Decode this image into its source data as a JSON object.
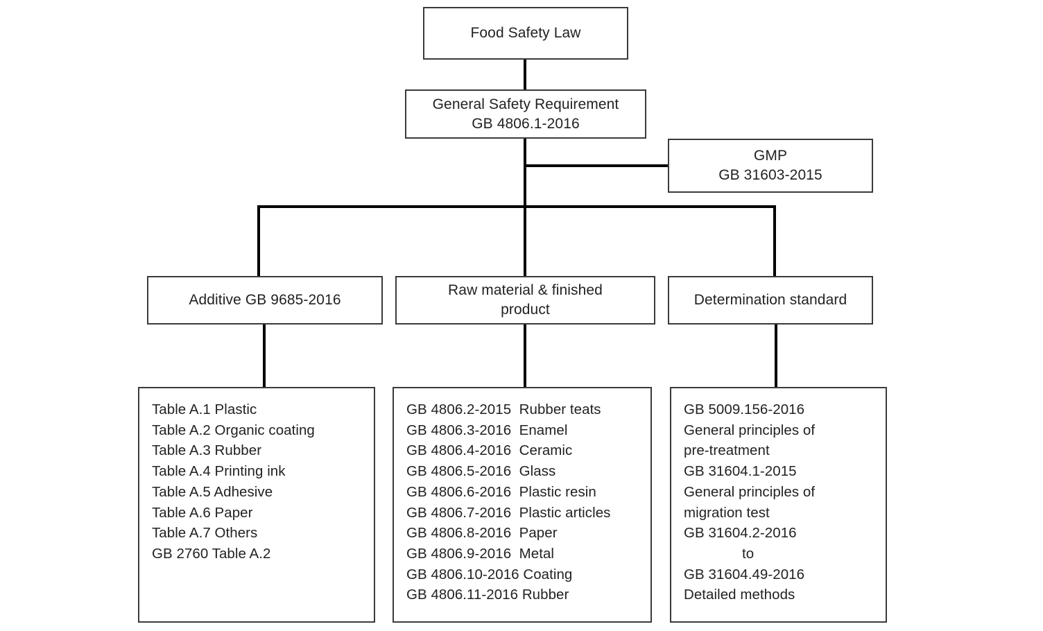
{
  "diagram": {
    "title": "Chinese food contact material standards hierarchy",
    "line_color": "#000000",
    "box_border_color": "#3a3a3a",
    "background": "#ffffff",
    "text_color": "#222222"
  },
  "nodes": {
    "food_safety_law": {
      "label": "Food Safety Law"
    },
    "general_safety_requirement": {
      "label": "General Safety Requirement\nGB 4806.1-2016"
    },
    "gmp": {
      "label": "GMP\nGB 31603-2015"
    },
    "additive": {
      "label": "Additive GB 9685-2016"
    },
    "raw_material": {
      "label": "Raw material & finished\nproduct"
    },
    "determination_standard": {
      "label": "Determination standard"
    }
  },
  "lists": {
    "additive_tables": {
      "items": [
        {
          "text": "Table A.1 Plastic",
          "indented": false
        },
        {
          "text": "Table A.2 Organic coating",
          "indented": false
        },
        {
          "text": "Table A.3 Rubber",
          "indented": false
        },
        {
          "text": "Table A.4 Printing ink",
          "indented": false
        },
        {
          "text": "Table A.5 Adhesive",
          "indented": false
        },
        {
          "text": "Table A.6 Paper",
          "indented": false
        },
        {
          "text": "Table A.7 Others",
          "indented": false
        },
        {
          "text": "GB 2760 Table A.2",
          "indented": false
        }
      ]
    },
    "raw_material_standards": {
      "items": [
        {
          "text": "GB 4806.2-2015  Rubber teats",
          "indented": false
        },
        {
          "text": "GB 4806.3-2016  Enamel",
          "indented": false
        },
        {
          "text": "GB 4806.4-2016  Ceramic",
          "indented": false
        },
        {
          "text": "GB 4806.5-2016  Glass",
          "indented": false
        },
        {
          "text": "GB 4806.6-2016  Plastic resin",
          "indented": false
        },
        {
          "text": "GB 4806.7-2016  Plastic articles",
          "indented": false
        },
        {
          "text": "GB 4806.8-2016  Paper",
          "indented": false
        },
        {
          "text": "GB 4806.9-2016  Metal",
          "indented": false
        },
        {
          "text": "GB 4806.10-2016 Coating",
          "indented": false
        },
        {
          "text": "GB 4806.11-2016 Rubber",
          "indented": false
        }
      ]
    },
    "determination_methods": {
      "items": [
        {
          "text": "GB 5009.156-2016",
          "indented": false
        },
        {
          "text": "General principles of",
          "indented": false
        },
        {
          "text": "pre-treatment",
          "indented": false
        },
        {
          "text": "GB 31604.1-2015",
          "indented": false
        },
        {
          "text": "General principles of",
          "indented": false
        },
        {
          "text": "migration test",
          "indented": false
        },
        {
          "text": "GB 31604.2-2016",
          "indented": false
        },
        {
          "text": "to",
          "indented": true
        },
        {
          "text": "GB 31604.49-2016",
          "indented": false
        },
        {
          "text": "Detailed methods",
          "indented": false
        }
      ]
    }
  }
}
